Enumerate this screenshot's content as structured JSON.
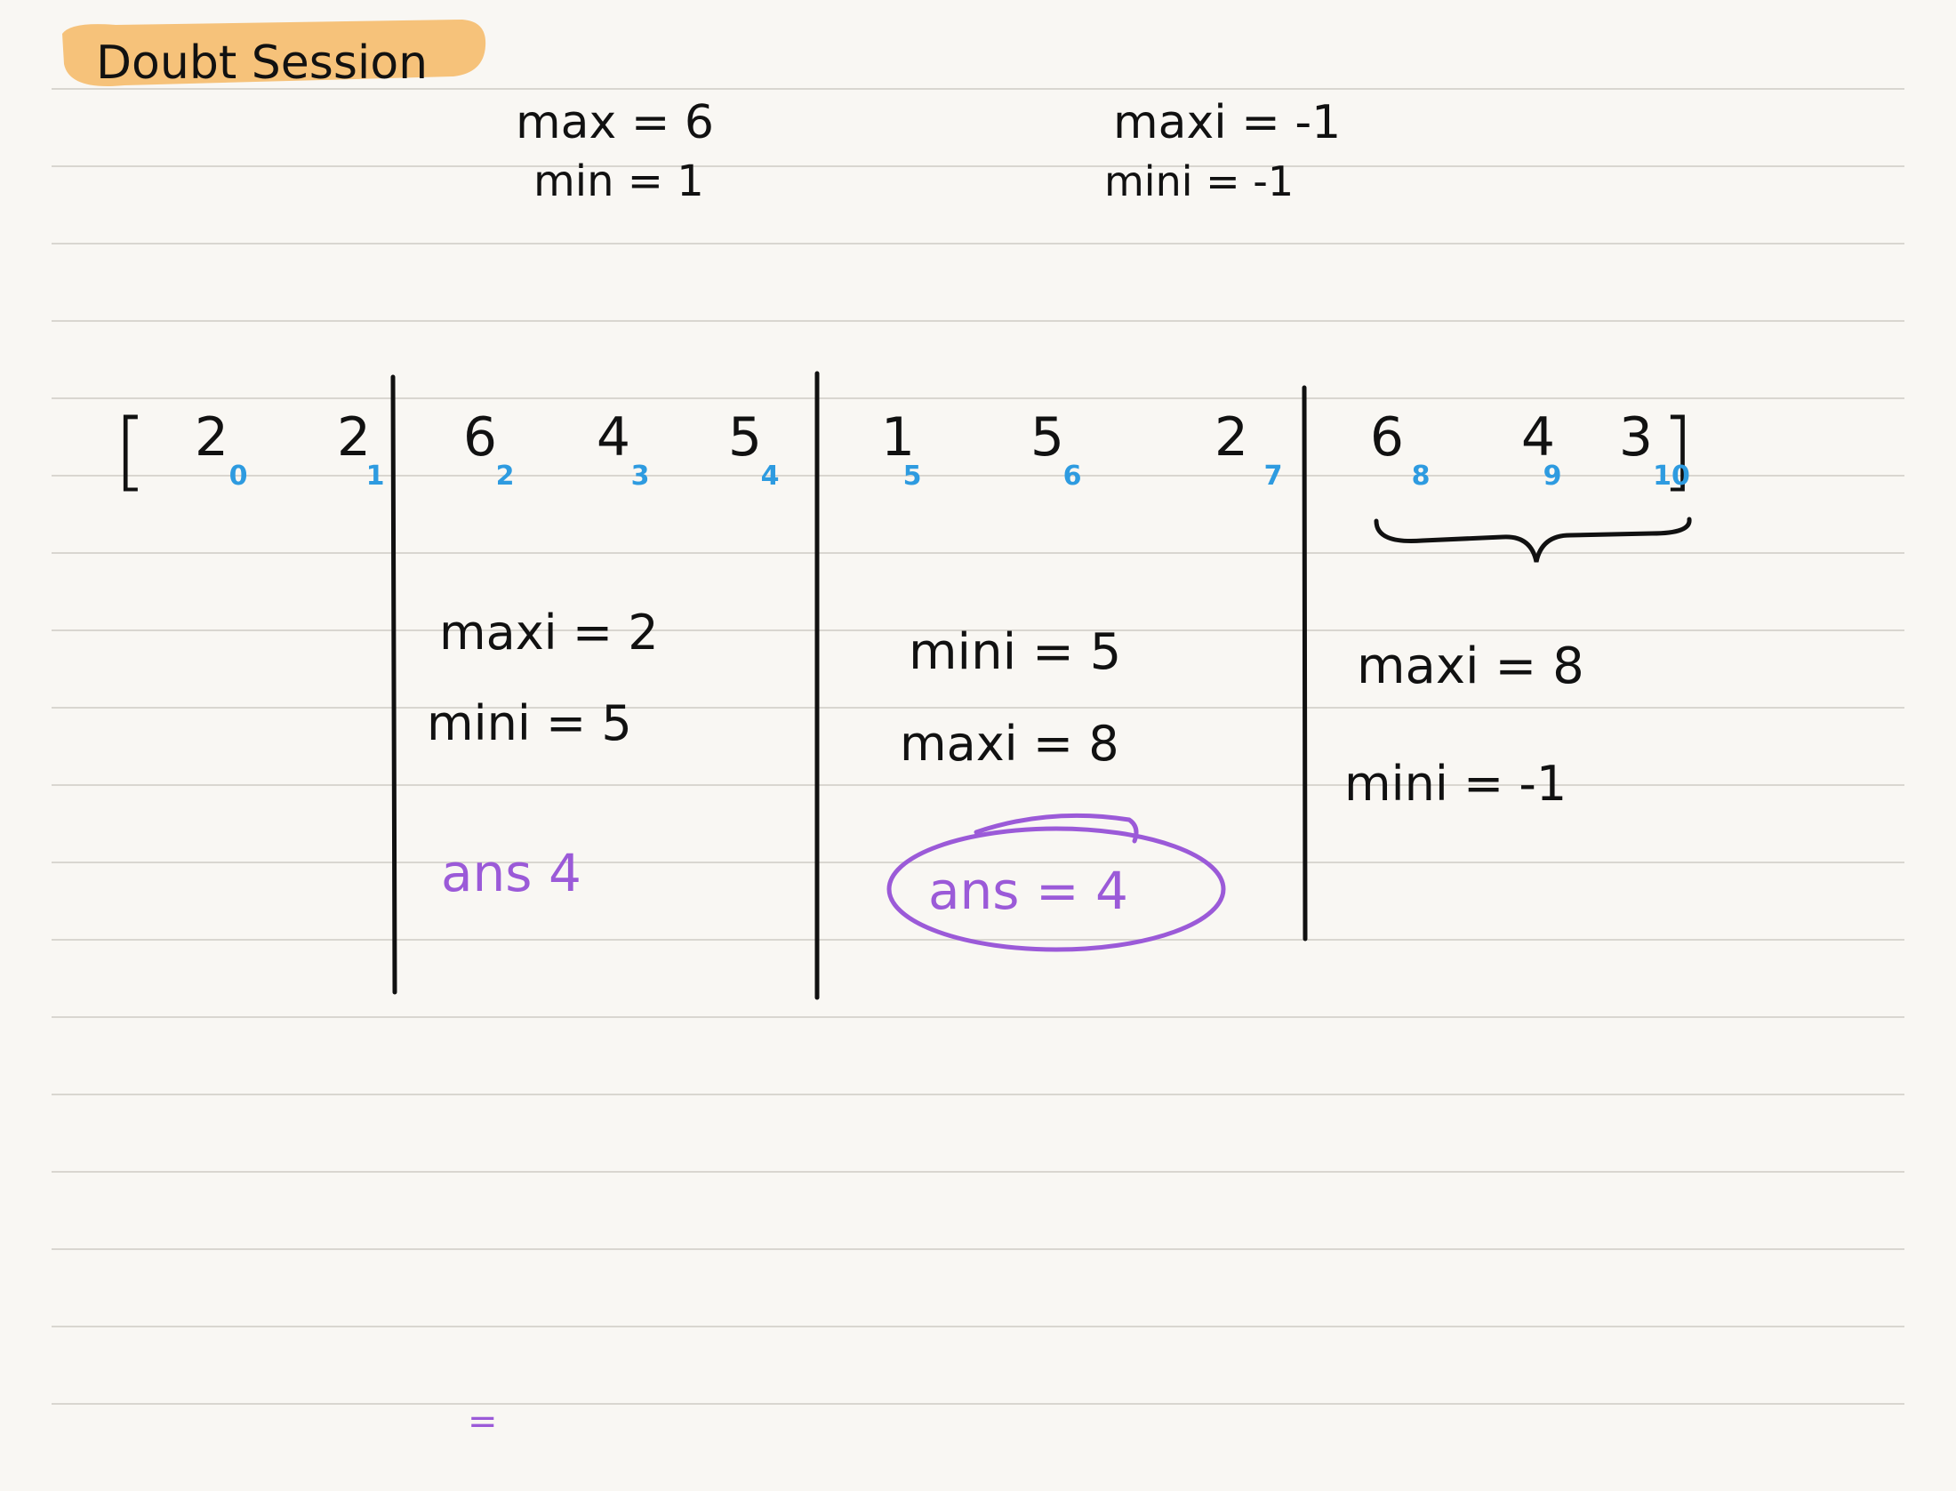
{
  "title": "Doubt Session",
  "colors": {
    "paper": "#f9f7f3",
    "rule": "#d9d6d0",
    "ink": "#111111",
    "highlight": "#f6c27a",
    "index_blue": "#2e9be0",
    "answer_purple": "#9b5ad8"
  },
  "header": {
    "left_line1": "max = 6",
    "left_line2": "min = 1",
    "right_line1": "maxi = -1",
    "right_line2": "mini = -1"
  },
  "array": {
    "open_bracket": "[",
    "close_bracket": "]",
    "values": [
      "2",
      "2",
      "6",
      "4",
      "5",
      "1",
      "5",
      "2",
      "6",
      "4",
      "3"
    ],
    "indices": [
      "0",
      "1",
      "2",
      "3",
      "4",
      "5",
      "6",
      "7",
      "8",
      "9",
      "10"
    ]
  },
  "section1": {
    "line1": "maxi = 2",
    "line2": "mini = 5",
    "answer": "ans 4"
  },
  "section2": {
    "line1": "mini = 5",
    "line2": "maxi = 8",
    "answer": "ans = 4"
  },
  "section3": {
    "line1": "maxi = 8",
    "line2": "mini = -1"
  },
  "stray_mark": "="
}
